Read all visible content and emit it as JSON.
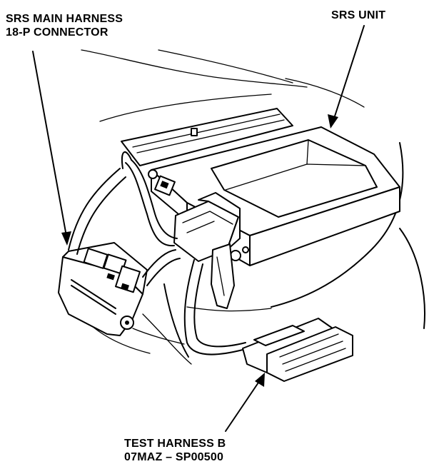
{
  "labels": {
    "main_harness_line1": "SRS MAIN HARNESS",
    "main_harness_line2": "18-P CONNECTOR",
    "srs_unit": "SRS UNIT",
    "test_harness_line1": "TEST HARNESS B",
    "test_harness_line2": "07MAZ – SP00500"
  }
}
